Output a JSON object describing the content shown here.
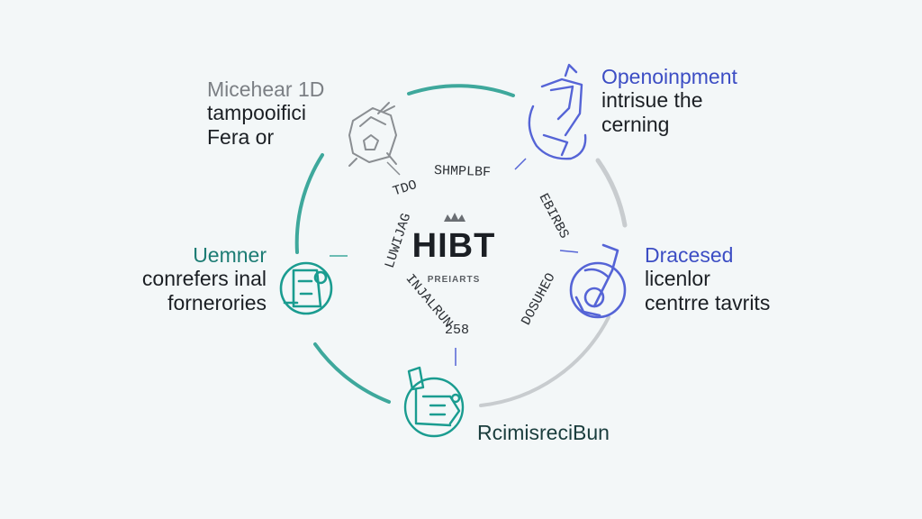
{
  "center": {
    "title": "HIBT",
    "subtitle": "PREIARTS"
  },
  "inner_ring": {
    "top": "SHMPLBF",
    "top_left": "TDO",
    "left": "LUWIJAG",
    "right_top": "EBIRBS",
    "right_bottom": "DOSUHEO",
    "bottom_left": "INJALRUN",
    "bottom": "258"
  },
  "nodes": {
    "top_left": {
      "heading": "Micehear 1D",
      "lines": [
        "tampooifici",
        "Fera or"
      ],
      "icon": "sketch-portrait-icon",
      "color": "#8a8e92"
    },
    "top_right": {
      "heading": "Openoinpment",
      "lines": [
        "intrisue the",
        "cerning"
      ],
      "icon": "ceremony-lantern-icon",
      "color": "#4450c8"
    },
    "mid_left": {
      "heading": "Uemner",
      "lines": [
        "conrefers inal",
        "fornerories"
      ],
      "icon": "device-gear-icon",
      "color": "#1a9c90"
    },
    "mid_right": {
      "heading": "Dracesed",
      "lines": [
        "licenlor",
        "centrre tavrits"
      ],
      "icon": "compass-tool-icon",
      "color": "#4450c8"
    },
    "bottom": {
      "heading": "RcimisreciBun",
      "icon": "piping-machine-icon",
      "color": "#1a9c90"
    }
  },
  "colors": {
    "teal": "#3ea89c",
    "gray": "#c8cccf",
    "blue": "#5564d6",
    "ink": "#1b1f24"
  }
}
